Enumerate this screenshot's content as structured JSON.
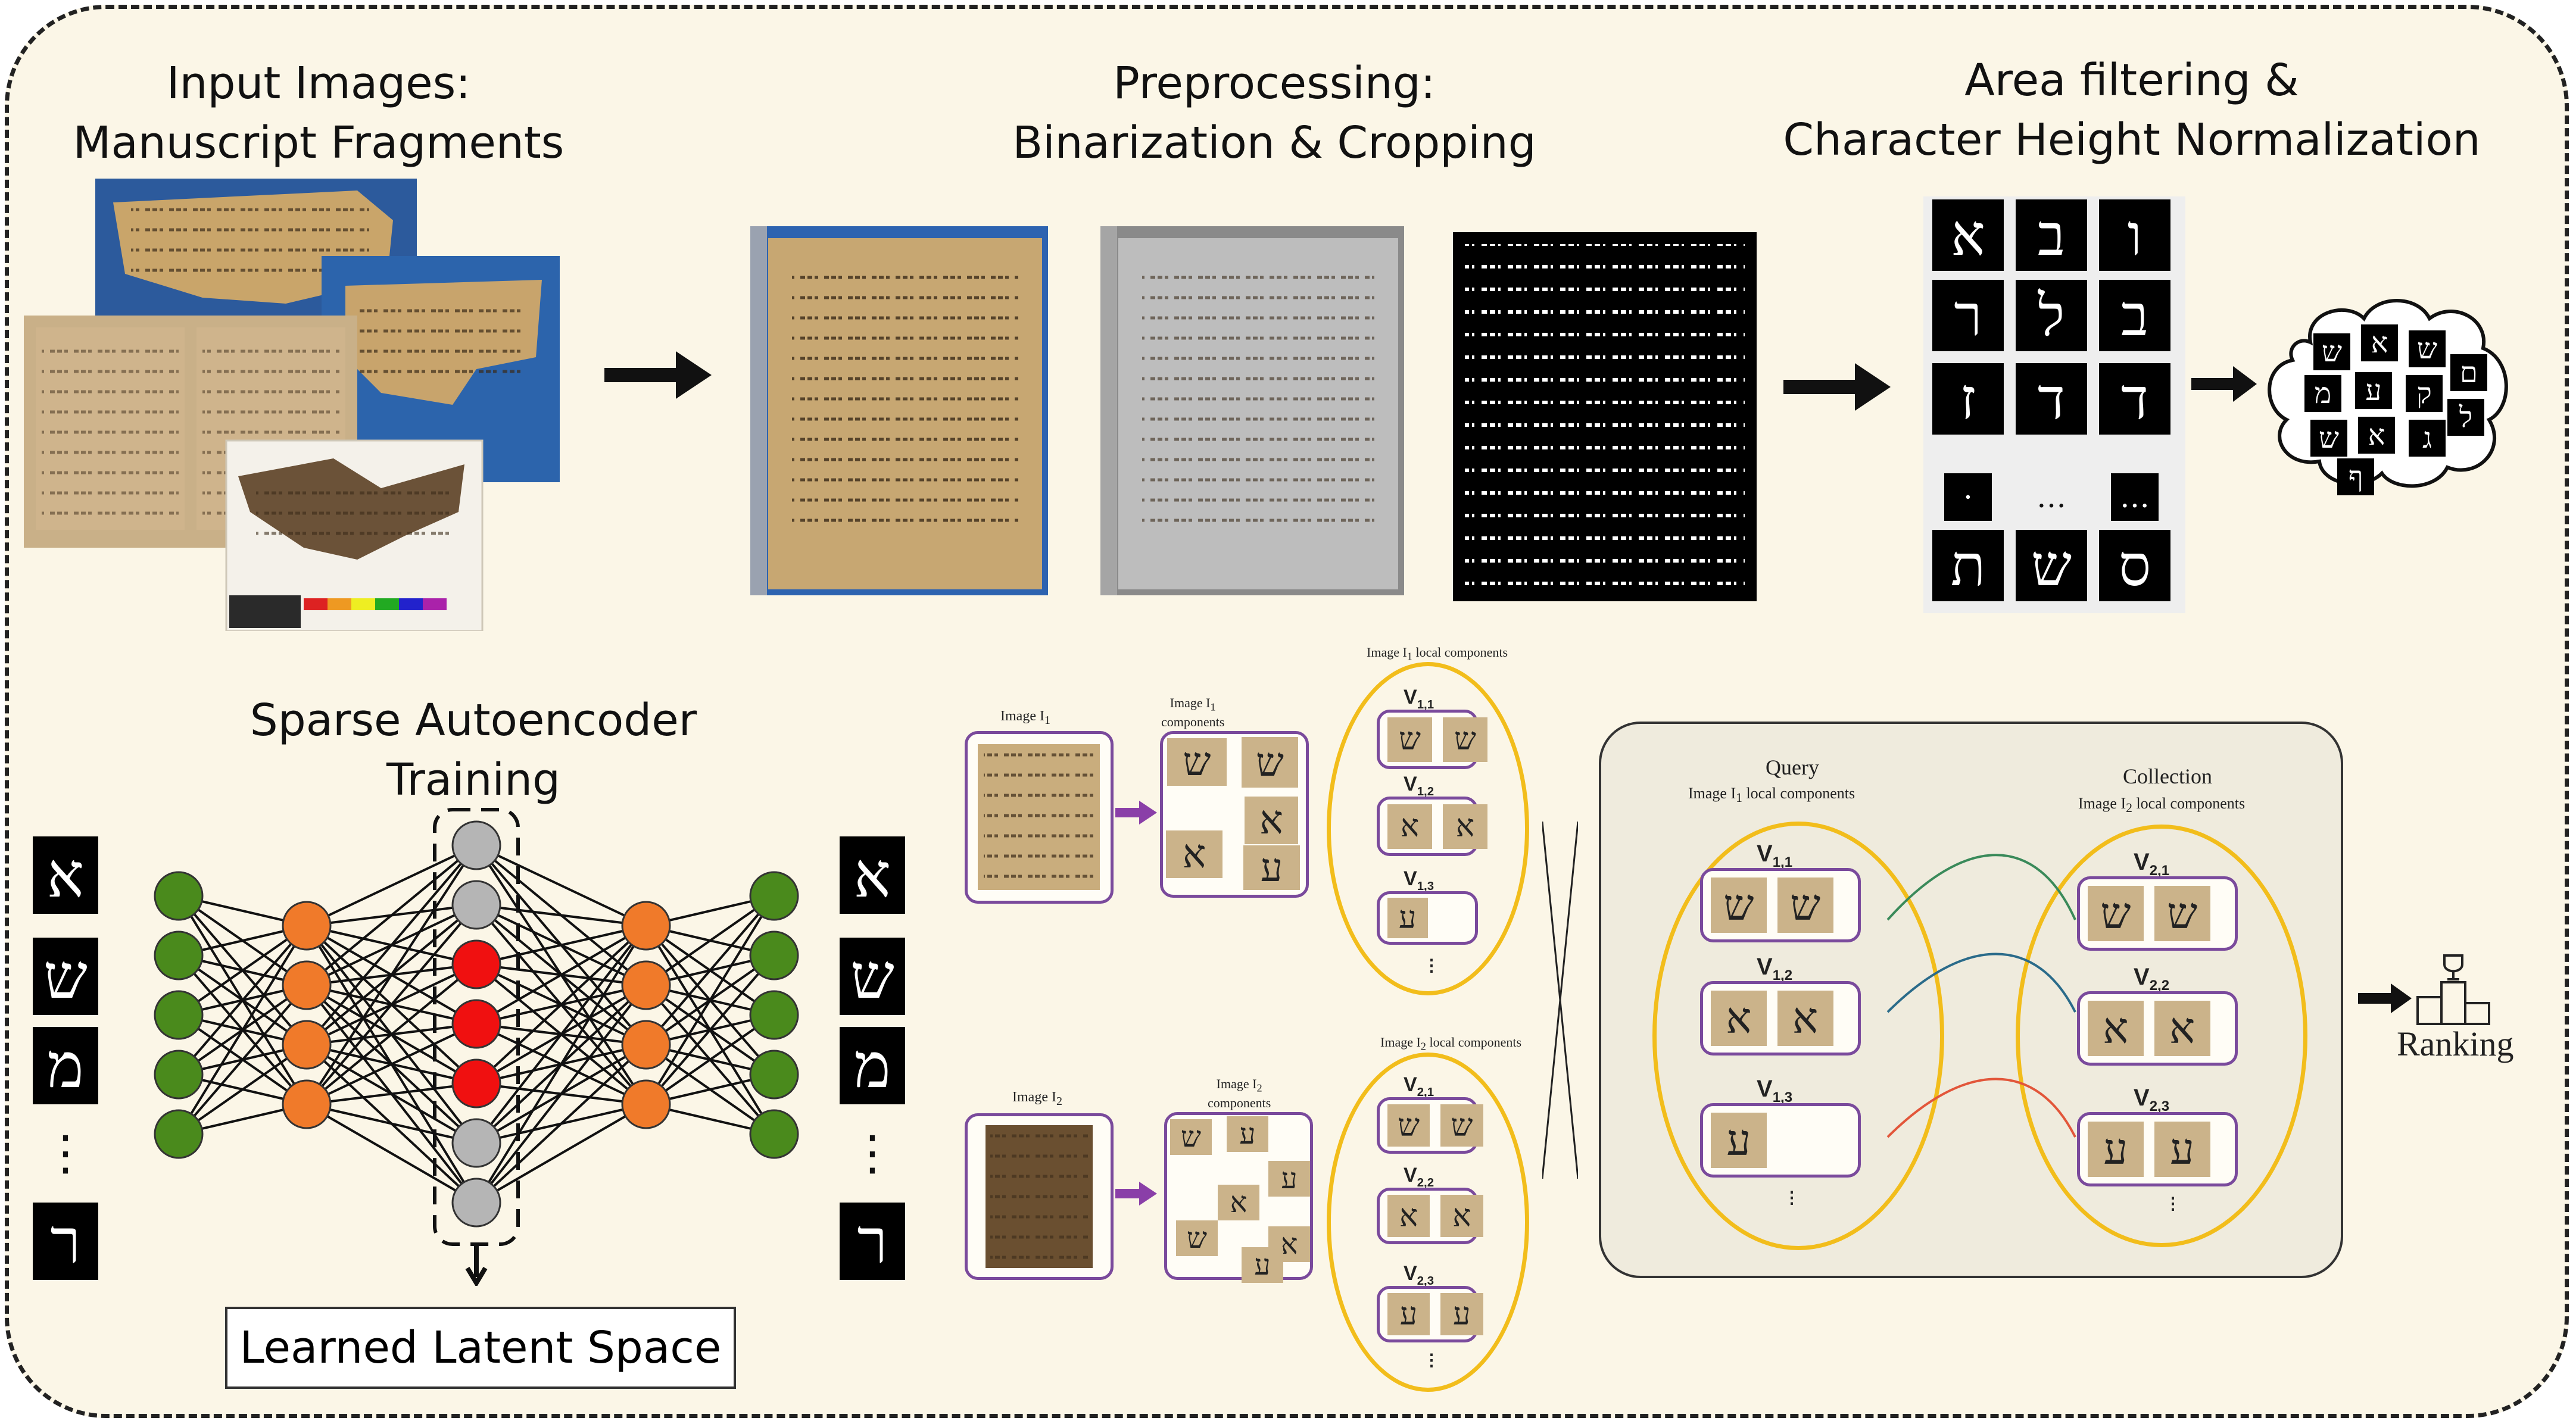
{
  "titles": {
    "input_line1": "Input Images:",
    "input_line2": "Manuscript Fragments",
    "prep_line1": "Preprocessing:",
    "prep_line2": "Binarization & Cropping",
    "area_line1": "Area filtering &",
    "area_line2": "Character Height Normalization",
    "sae_line1": "Sparse Autoencoder",
    "sae_line2": "Training"
  },
  "latent_label": "Learned Latent Space",
  "letters_grid": [
    "א",
    "ב",
    "ו",
    "ר",
    "ל",
    "ב",
    "ז",
    "ד",
    "ד",
    "·",
    "·",
    "…",
    "ת",
    "ש",
    "ס"
  ],
  "ellipsis": "…",
  "cloud_letters": [
    "ש",
    "א",
    "ש",
    "מ",
    "ע",
    "ק",
    "ש",
    "א",
    "ג",
    "ם",
    "ל",
    "ף"
  ],
  "sae_letters": [
    "א",
    "ש",
    "מ",
    "⋮",
    "ר"
  ],
  "colors": {
    "green": "#4a8a1c",
    "orange": "#f07a2a",
    "red": "#f01010",
    "gray": "#b5b5b5",
    "purple": "#7a3c9e",
    "yellow": "#f2bd1b"
  },
  "pipeline": {
    "img1_label": "Image I",
    "img1_sub": "1",
    "img1_components": "Image I",
    "img1_components_tail": "components",
    "img1_local": "Image I",
    "img1_local_tail": "local components",
    "img2_label": "Image I",
    "img2_sub": "2",
    "img2_local_tail": "local components",
    "v_labels_top": [
      "V1,1",
      "V1,2",
      "V1,3"
    ],
    "v_labels_bottom": [
      "V2,1",
      "V2,2",
      "V2,3"
    ],
    "dots": "⋮"
  },
  "query": {
    "title": "Query",
    "subtitle": "Image I",
    "subtitle_sub": "1",
    "subtitle_tail": "local components"
  },
  "collection": {
    "title": "Collection",
    "subtitle": "Image I",
    "subtitle_sub": "2",
    "subtitle_tail": "local components"
  },
  "ranking_label": "Ranking"
}
